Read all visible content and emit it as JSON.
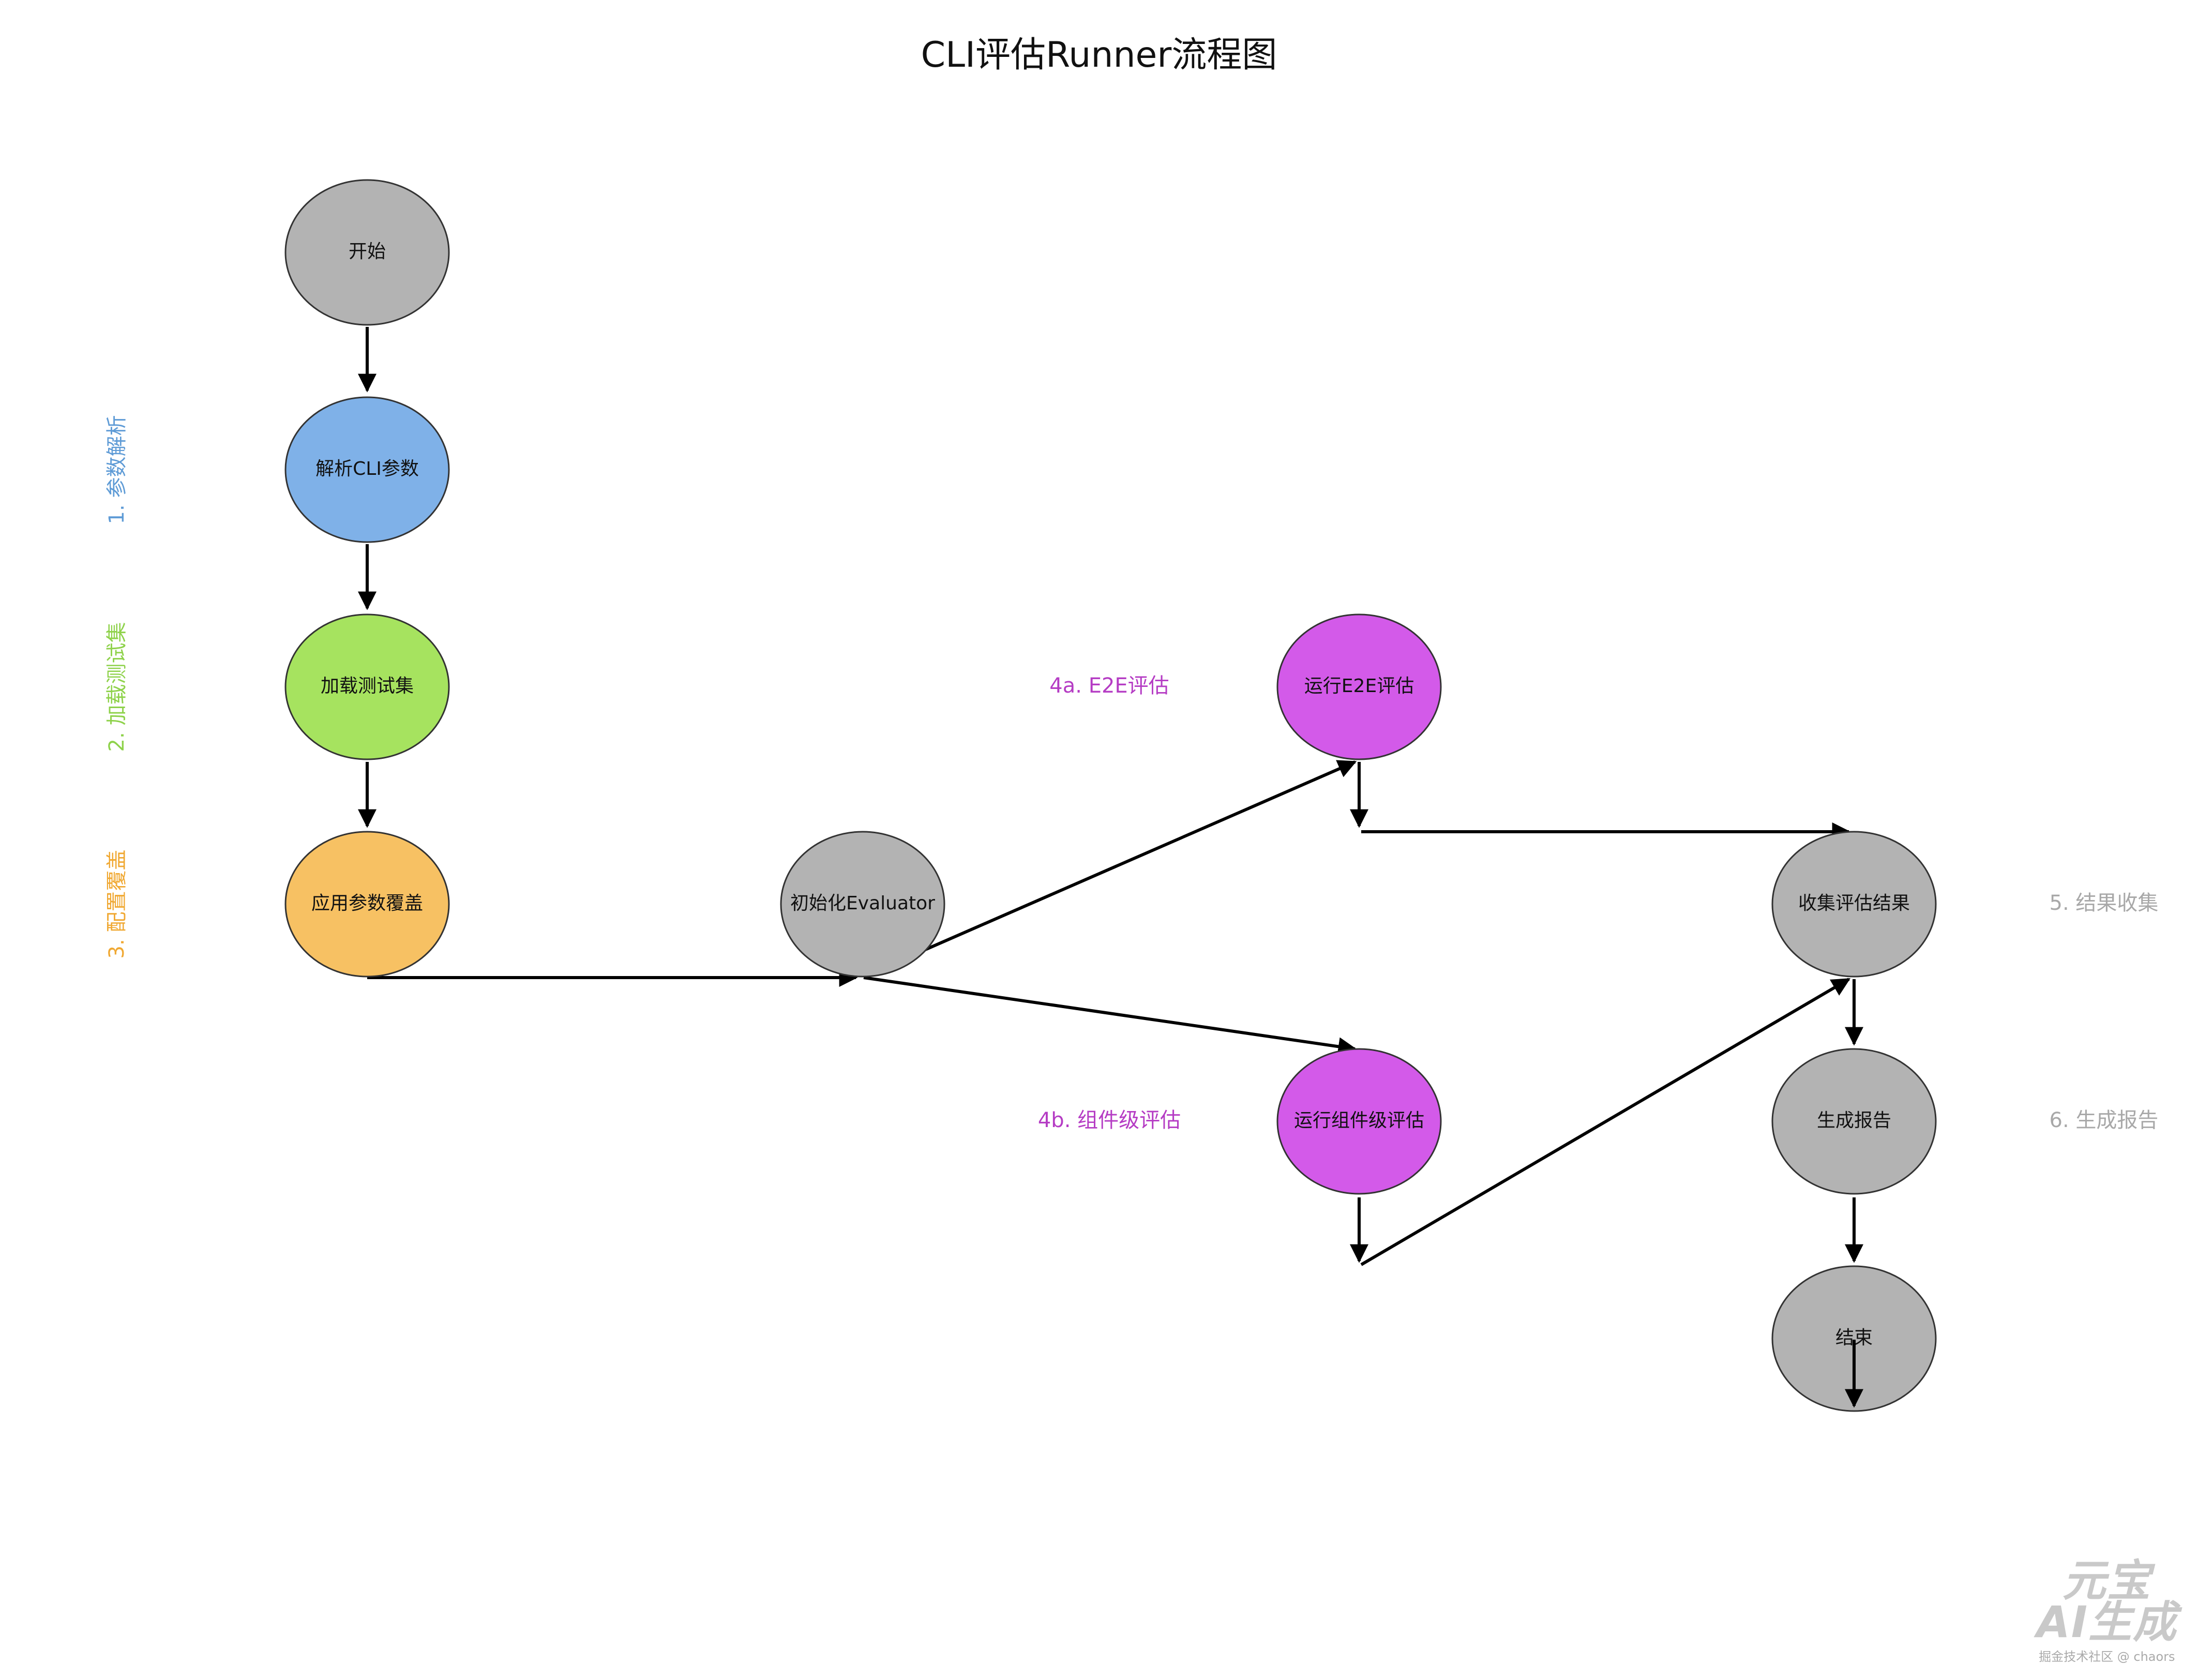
{
  "title": "CLI评估Runner流程图",
  "nodes": {
    "start": {
      "label": "开始",
      "color": "#b3b3b3"
    },
    "parse": {
      "label": "解析CLI参数",
      "color": "#7fb1e8"
    },
    "load": {
      "label": "加载测试集",
      "color": "#a6e35f"
    },
    "override": {
      "label": "应用参数覆盖",
      "color": "#f7c163"
    },
    "init": {
      "label": "初始化Evaluator",
      "color": "#b3b3b3"
    },
    "e2e": {
      "label": "运行E2E评估",
      "color": "#d35ae9"
    },
    "component": {
      "label": "运行组件级评估",
      "color": "#d35ae9"
    },
    "collect": {
      "label": "收集评估结果",
      "color": "#b3b3b3"
    },
    "report": {
      "label": "生成报告",
      "color": "#b3b3b3"
    },
    "end": {
      "label": "结束",
      "color": "#b3b3b3"
    }
  },
  "stage_labels": {
    "s1": {
      "text": "1. 参数解析",
      "color": "#5e9bd6"
    },
    "s2": {
      "text": "2. 加载测试集",
      "color": "#8ed24a"
    },
    "s3": {
      "text": "3. 配置覆盖",
      "color": "#f0a832"
    },
    "s4a": {
      "text": "4a. E2E评估",
      "color": "#b53cc4"
    },
    "s4b": {
      "text": "4b. 组件级评估",
      "color": "#b53cc4"
    },
    "s5": {
      "text": "5. 结果收集",
      "color": "#a8a8a8"
    },
    "s6": {
      "text": "6. 生成报告",
      "color": "#a8a8a8"
    }
  },
  "watermark": {
    "line1": "元宝",
    "line2": "AI生成",
    "line3": "掘金技术社区 @ chaors"
  }
}
